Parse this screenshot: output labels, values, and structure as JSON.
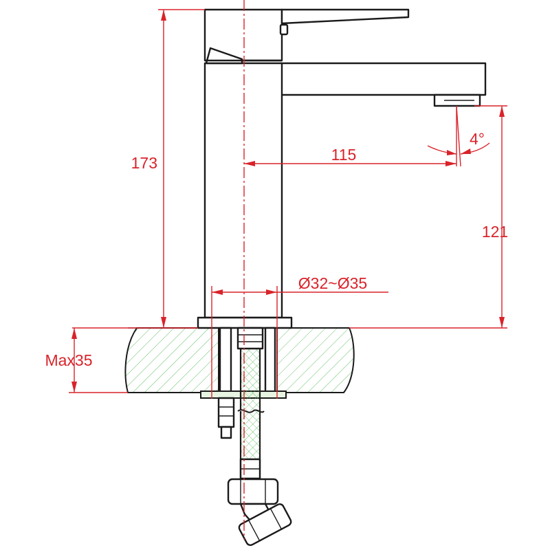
{
  "colors": {
    "dimension": "#d9232a",
    "outline": "#1a1a1a",
    "hatch": "#55b85a",
    "hose": "#e8f4e2"
  },
  "dimensions": {
    "total_height": "173",
    "spout_reach": "115",
    "spout_angle": "4°",
    "spout_height": "121",
    "hole_diameter": "Ø32~Ø35",
    "max_thickness": "Max35"
  }
}
